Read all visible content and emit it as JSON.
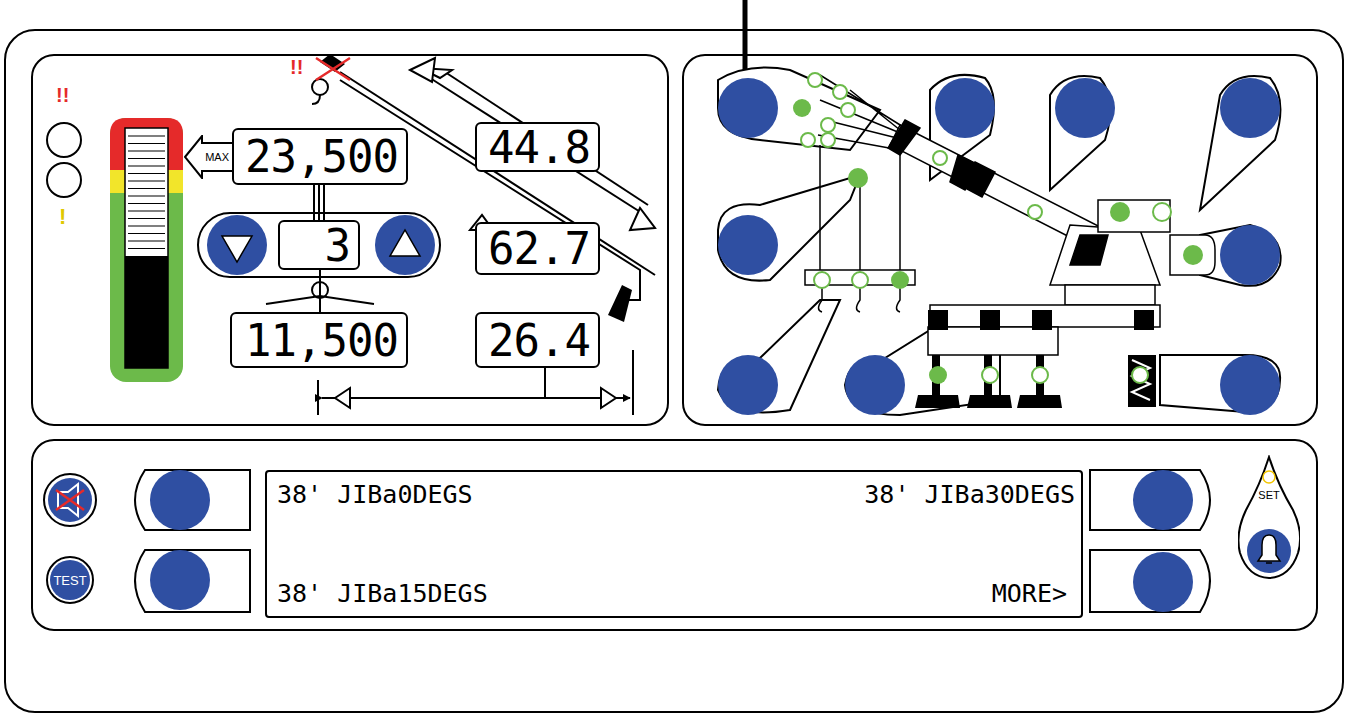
{
  "diagram": {
    "nodes": [
      {
        "text": [
          "MAX"
        ]
      },
      {
        "text": [
          "23,500"
        ]
      },
      {
        "text": [
          "44.8"
        ]
      },
      {
        "text": [
          "3"
        ]
      },
      {
        "text": [
          "62.7"
        ]
      },
      {
        "text": [
          "11,500"
        ]
      },
      {
        "text": [
          "26.4"
        ]
      },
      {
        "text": [
          "38' JIBa0DEGS",
          "38' JIBa30DEGS",
          "38' JIBa15DEGS",
          "MORE>"
        ]
      },
      {
        "text": [
          "TEST"
        ]
      },
      {
        "text": [
          "SET"
        ]
      }
    ],
    "edges": [
      {
        "from": 1,
        "to": 3,
        "arrow": "none"
      },
      {
        "from": 3,
        "to": 5,
        "arrow": "none"
      }
    ],
    "labels": [
      "!!",
      "!",
      "!!"
    ]
  }
}
